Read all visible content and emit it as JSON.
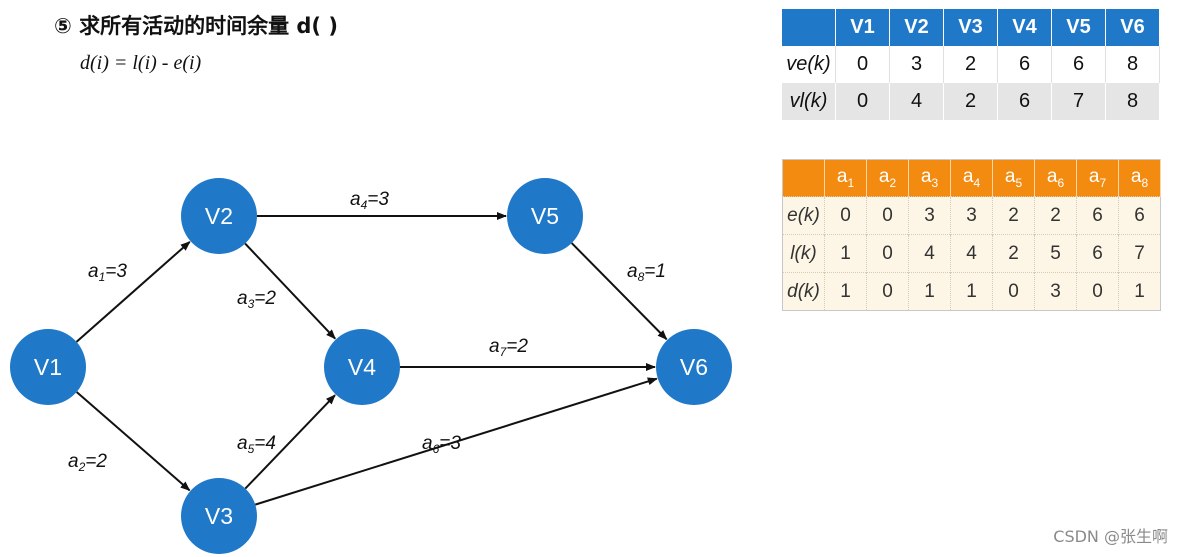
{
  "heading": "⑤ 求所有活动的时间余量 d( )",
  "formula": "d(i) = l(i) - e(i)",
  "nodes": [
    "V1",
    "V2",
    "V3",
    "V4",
    "V5",
    "V6"
  ],
  "edges": [
    {
      "id": "a1",
      "from": "V1",
      "to": "V2",
      "label_a": "a",
      "label_sub": "1",
      "label_val": "=3"
    },
    {
      "id": "a2",
      "from": "V1",
      "to": "V3",
      "label_a": "a",
      "label_sub": "2",
      "label_val": "=2"
    },
    {
      "id": "a3",
      "from": "V2",
      "to": "V4",
      "label_a": "a",
      "label_sub": "3",
      "label_val": "=2"
    },
    {
      "id": "a4",
      "from": "V2",
      "to": "V5",
      "label_a": "a",
      "label_sub": "4",
      "label_val": "=3"
    },
    {
      "id": "a5",
      "from": "V3",
      "to": "V4",
      "label_a": "a",
      "label_sub": "5",
      "label_val": "=4"
    },
    {
      "id": "a6",
      "from": "V3",
      "to": "V6",
      "label_a": "a",
      "label_sub": "6",
      "label_val": "=3"
    },
    {
      "id": "a7",
      "from": "V4",
      "to": "V6",
      "label_a": "a",
      "label_sub": "7",
      "label_val": "=2"
    },
    {
      "id": "a8",
      "from": "V5",
      "to": "V6",
      "label_a": "a",
      "label_sub": "8",
      "label_val": "=1"
    }
  ],
  "vertex_table": {
    "headers": [
      "V1",
      "V2",
      "V3",
      "V4",
      "V5",
      "V6"
    ],
    "rows": [
      {
        "label": "ve(k)",
        "values": [
          "0",
          "3",
          "2",
          "6",
          "6",
          "8"
        ]
      },
      {
        "label": "vl(k)",
        "values": [
          "0",
          "4",
          "2",
          "6",
          "7",
          "8"
        ]
      }
    ],
    "colors": {
      "header": "#1f78c8"
    }
  },
  "activity_table": {
    "headers": [
      {
        "base": "a",
        "sub": "1"
      },
      {
        "base": "a",
        "sub": "2"
      },
      {
        "base": "a",
        "sub": "3"
      },
      {
        "base": "a",
        "sub": "4"
      },
      {
        "base": "a",
        "sub": "5"
      },
      {
        "base": "a",
        "sub": "6"
      },
      {
        "base": "a",
        "sub": "7"
      },
      {
        "base": "a",
        "sub": "8"
      }
    ],
    "rows": [
      {
        "label": "e(k)",
        "values": [
          "0",
          "0",
          "3",
          "3",
          "2",
          "2",
          "6",
          "6"
        ]
      },
      {
        "label": "l(k)",
        "values": [
          "1",
          "0",
          "4",
          "4",
          "2",
          "5",
          "6",
          "7"
        ]
      },
      {
        "label": "d(k)",
        "values": [
          "1",
          "0",
          "1",
          "1",
          "0",
          "3",
          "0",
          "1"
        ]
      }
    ],
    "colors": {
      "header": "#f28b10",
      "body": "#fdf6e6"
    }
  },
  "watermark": "CSDN @张生啊",
  "colors": {
    "node": "#1f78c8"
  }
}
